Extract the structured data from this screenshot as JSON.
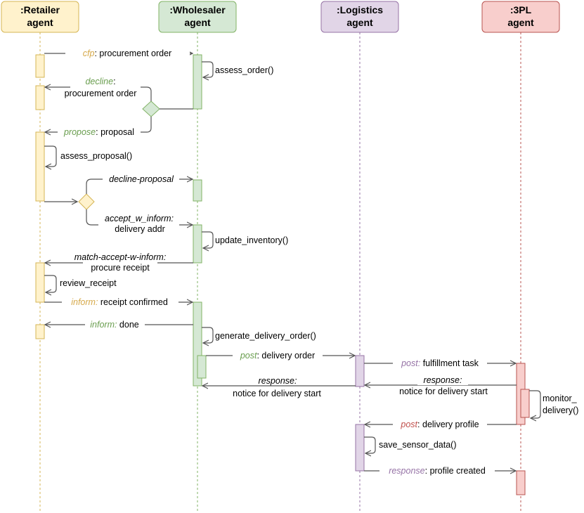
{
  "colors": {
    "retailer": {
      "fill": "#fff2cc",
      "stroke": "#d6b656",
      "kw": "#d6a94a"
    },
    "wholesaler": {
      "fill": "#d5e8d4",
      "stroke": "#82b366",
      "kw": "#6a9e4f"
    },
    "logistics": {
      "fill": "#e1d5e7",
      "stroke": "#9673a6",
      "kw": "#9673a6"
    },
    "tpl": {
      "fill": "#f8cecc",
      "stroke": "#b85450",
      "kw": "#c0504d"
    },
    "arrow": "#555555"
  },
  "participants": [
    {
      "id": "retailer",
      "line1": ":Retailer",
      "line2": "agent"
    },
    {
      "id": "wholesaler",
      "line1": ":Wholesaler",
      "line2": "agent"
    },
    {
      "id": "logistics",
      "line1": ":Logistics",
      "line2": "agent"
    },
    {
      "id": "tpl",
      "line1": ":3PL",
      "line2": "agent"
    }
  ],
  "messages": {
    "cfp": {
      "kw": "cfp",
      "text": ": procurement order"
    },
    "assess_order": "assess_order()",
    "decline_kw": "decline",
    "decline_colon": ":",
    "decline_text": "procurement order",
    "propose": {
      "kw": "propose",
      "text": ": proposal"
    },
    "assess_proposal": "assess_proposal()",
    "decline_proposal": "decline-proposal",
    "accept_kw": "accept_w_inform:",
    "accept_text": "delivery addr",
    "update_inventory": "update_inventory()",
    "match_kw": "match-accept-w-inform:",
    "match_text": "procure receipt",
    "review_receipt": "review_receipt",
    "inform1": {
      "kw": "inform:",
      "text": " receipt confirmed"
    },
    "inform2": {
      "kw": "inform:",
      "text": " done"
    },
    "generate_delivery": "generate_delivery_order()",
    "post1": {
      "kw": "post",
      "text": ": delivery order"
    },
    "post2": {
      "kw": "post:",
      "text": " fulfillment task"
    },
    "response1_kw": "response:",
    "response1_text": "notice for delivery start",
    "response2_kw": "response:",
    "response2_text": "notice for delivery start",
    "monitor1": "monitor_",
    "monitor2": "delivery()",
    "post3": {
      "kw": "post",
      "text": ": delivery profile"
    },
    "save_sensor": "save_sensor_data()",
    "response3": {
      "kw": "response",
      "text": ": profile created"
    }
  }
}
